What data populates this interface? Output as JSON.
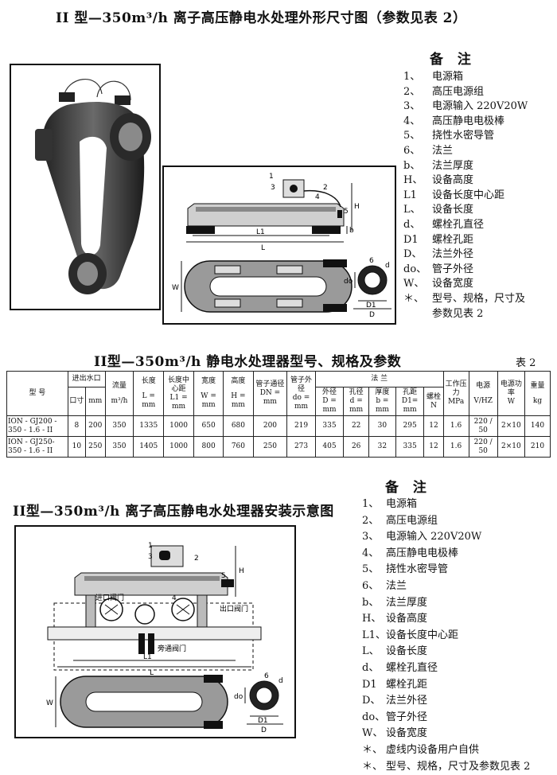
{
  "top_title": "II 型—350m³/h 离子高压静电水处理外形尺寸图（参数见表 2）",
  "notes_title_1": "备 注",
  "notes_1": [
    {
      "k": "1、",
      "v": "电源箱"
    },
    {
      "k": "2、",
      "v": "高压电源组"
    },
    {
      "k": "3、",
      "v": "电源输入 220V20W"
    },
    {
      "k": "4、",
      "v": "高压静电电极棒"
    },
    {
      "k": "5、",
      "v": "挠性水密导管"
    },
    {
      "k": "6、",
      "v": "法兰"
    },
    {
      "k": "b、",
      "v": "法兰厚度"
    },
    {
      "k": "H、",
      "v": "设备高度"
    },
    {
      "k": "L1",
      "v": "设备长度中心距"
    },
    {
      "k": "L、",
      "v": "设备长度"
    },
    {
      "k": "d、",
      "v": "螺栓孔直径"
    },
    {
      "k": "D1",
      "v": "螺栓孔距"
    },
    {
      "k": "D、",
      "v": "法兰外径"
    },
    {
      "k": "do、",
      "v": "管子外径"
    },
    {
      "k": "W、",
      "v": "设备宽度"
    },
    {
      "k": "＊、",
      "v": "型号、规格，尺寸及"
    },
    {
      "k": "",
      "v": "参数见表 2"
    }
  ],
  "drawing1_labels": {
    "n1": "1",
    "n2": "2",
    "n3": "3",
    "n4": "4",
    "n5": "5",
    "n6": "6",
    "H": "H",
    "b": "b",
    "L1": "L1",
    "L": "L",
    "W": "W",
    "d": "d",
    "do": "do",
    "D1": "D1",
    "D": "D"
  },
  "table_title": "II型—350m³/h 静电水处理器型号、规格及参数",
  "table_label": "表 2",
  "table": {
    "h_model": "型  号",
    "h_inlet": "进出水口",
    "h_inlet_1": "口寸",
    "h_inlet_2": "mm",
    "h_flow": "流量",
    "h_flow_u": "m³/h",
    "h_len": "长度",
    "h_len_u": "L = mm",
    "h_cd": "长度中心距",
    "h_cd_u": "L1 = mm",
    "h_w": "宽度",
    "h_w_u": "W = mm",
    "h_h": "高度",
    "h_h_u": "H = mm",
    "h_dn": "管子通径",
    "h_dn_u": "DN = mm",
    "h_do": "管子外径",
    "h_do_u": "do = mm",
    "h_flange": "法    兰",
    "h_fd": "外径",
    "h_fd_u": "D = mm",
    "h_hole": "孔径",
    "h_hole_u": "d = mm",
    "h_thk": "厚度",
    "h_thk_u": "b = mm",
    "h_pitch": "孔距",
    "h_pitch_u": "D1= mm",
    "h_bolt": "螺栓",
    "h_bolt_u": "N",
    "h_p": "工作压力",
    "h_p_u": "MPa",
    "h_pw": "电源",
    "h_pw_u": "V/HZ",
    "h_pwr": "电源功率",
    "h_pwr_u": "W",
    "h_wt": "重量",
    "h_wt_u": "kg",
    "rows": [
      {
        "model": "ION - GJ200 - 350 - 1.6 - II",
        "c": [
          "8",
          "200",
          "350",
          "1335",
          "1000",
          "650",
          "680",
          "200",
          "219",
          "335",
          "22",
          "30",
          "295",
          "12",
          "1.6",
          "220 / 50",
          "2×10",
          "140"
        ]
      },
      {
        "model": "ION - GJ250- 350 - 1.6 - II",
        "c": [
          "10",
          "250",
          "350",
          "1405",
          "1000",
          "800",
          "760",
          "250",
          "273",
          "405",
          "26",
          "32",
          "335",
          "12",
          "1.6",
          "220 / 50",
          "2×10",
          "210"
        ]
      }
    ]
  },
  "notes_title_2": "备 注",
  "install_title": "II型—350m³/h 离子高压静电水处理器安装示意图",
  "notes_2": [
    {
      "k": "1、",
      "v": "电源箱"
    },
    {
      "k": "2、",
      "v": "高压电源组"
    },
    {
      "k": "3、",
      "v": "电源输入 220V20W"
    },
    {
      "k": "4、",
      "v": "高压静电电极棒"
    },
    {
      "k": "5、",
      "v": "挠性水密导管"
    },
    {
      "k": "6、",
      "v": "法兰"
    },
    {
      "k": "b、",
      "v": "法兰厚度"
    },
    {
      "k": "H、",
      "v": "设备高度"
    },
    {
      "k": "L1、",
      "v": "设备长度中心距"
    },
    {
      "k": "L、",
      "v": "设备长度"
    },
    {
      "k": "d、",
      "v": "螺栓孔直径"
    },
    {
      "k": "D1",
      "v": "螺栓孔距"
    },
    {
      "k": "D、",
      "v": "法兰外径"
    },
    {
      "k": "do、",
      "v": "管子外径"
    },
    {
      "k": "W、",
      "v": "设备宽度"
    },
    {
      "k": "＊、",
      "v": "虚线内设备用户自供"
    },
    {
      "k": "＊、",
      "v": "型号、规格，尺寸及参数见表 2"
    }
  ],
  "drawing2_labels": {
    "n1": "1",
    "n2": "2",
    "n3": "3",
    "n4": "4",
    "n5": "5",
    "n6": "6",
    "H": "H",
    "inlet_valve": "进口阀门",
    "outlet_valve": "出口阀门",
    "bypass_valve": "旁通阀门",
    "L1": "L1",
    "L": "L",
    "W": "W",
    "d": "d",
    "do": "do",
    "D1": "D1",
    "D": "D"
  }
}
